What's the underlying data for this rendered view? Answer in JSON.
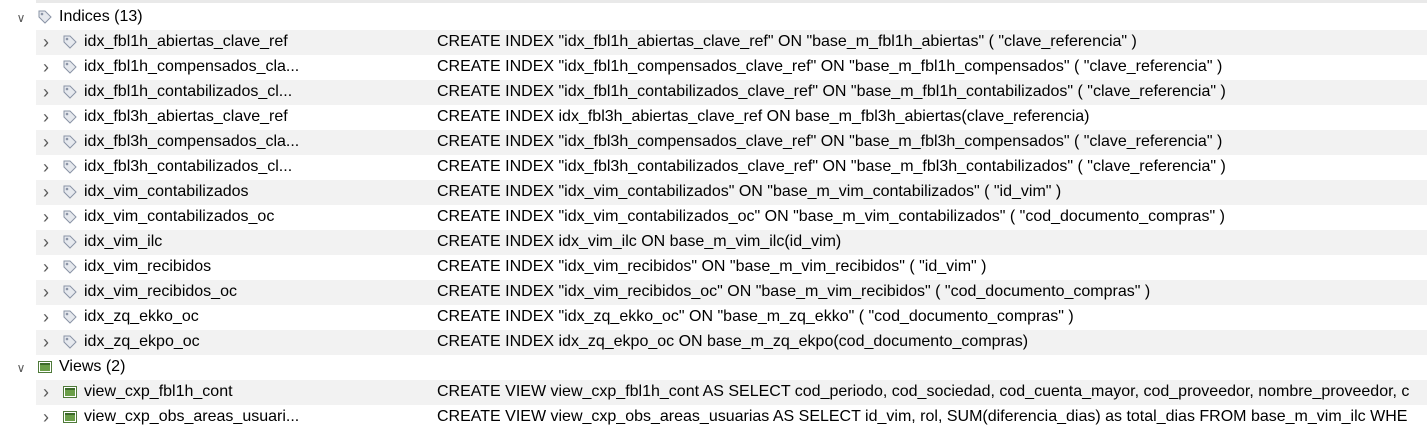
{
  "groups": [
    {
      "label": "Indices (13)",
      "icon": "tag-icon",
      "expanded": true
    },
    {
      "label": "Views (2)",
      "icon": "view-icon",
      "expanded": true
    }
  ],
  "indices": [
    {
      "name": "idx_fbl1h_abiertas_clave_ref",
      "def": "CREATE INDEX \"idx_fbl1h_abiertas_clave_ref\" ON \"base_m_fbl1h_abiertas\" ( \"clave_referencia\" )"
    },
    {
      "name": "idx_fbl1h_compensados_cla...",
      "def": "CREATE INDEX \"idx_fbl1h_compensados_clave_ref\" ON \"base_m_fbl1h_compensados\" ( \"clave_referencia\" )"
    },
    {
      "name": "idx_fbl1h_contabilizados_cl...",
      "def": "CREATE INDEX \"idx_fbl1h_contabilizados_clave_ref\" ON \"base_m_fbl1h_contabilizados\" ( \"clave_referencia\" )"
    },
    {
      "name": "idx_fbl3h_abiertas_clave_ref",
      "def": "CREATE INDEX idx_fbl3h_abiertas_clave_ref ON base_m_fbl3h_abiertas(clave_referencia)"
    },
    {
      "name": "idx_fbl3h_compensados_cla...",
      "def": "CREATE INDEX \"idx_fbl3h_compensados_clave_ref\" ON \"base_m_fbl3h_compensados\" ( \"clave_referencia\" )"
    },
    {
      "name": "idx_fbl3h_contabilizados_cl...",
      "def": "CREATE INDEX \"idx_fbl3h_contabilizados_clave_ref\" ON \"base_m_fbl3h_contabilizados\" ( \"clave_referencia\" )"
    },
    {
      "name": "idx_vim_contabilizados",
      "def": "CREATE INDEX \"idx_vim_contabilizados\" ON \"base_m_vim_contabilizados\" ( \"id_vim\" )"
    },
    {
      "name": "idx_vim_contabilizados_oc",
      "def": "CREATE INDEX \"idx_vim_contabilizados_oc\" ON \"base_m_vim_contabilizados\" ( \"cod_documento_compras\" )"
    },
    {
      "name": "idx_vim_ilc",
      "def": "CREATE INDEX idx_vim_ilc ON base_m_vim_ilc(id_vim)"
    },
    {
      "name": "idx_vim_recibidos",
      "def": "CREATE INDEX \"idx_vim_recibidos\" ON \"base_m_vim_recibidos\" ( \"id_vim\" )"
    },
    {
      "name": "idx_vim_recibidos_oc",
      "def": "CREATE INDEX \"idx_vim_recibidos_oc\" ON \"base_m_vim_recibidos\" ( \"cod_documento_compras\" )"
    },
    {
      "name": "idx_zq_ekko_oc",
      "def": "CREATE INDEX \"idx_zq_ekko_oc\" ON \"base_m_zq_ekko\" ( \"cod_documento_compras\" )"
    },
    {
      "name": "idx_zq_ekpo_oc",
      "def": "CREATE INDEX idx_zq_ekpo_oc ON base_m_zq_ekpo(cod_documento_compras)"
    }
  ],
  "views": [
    {
      "name": "view_cxp_fbl1h_cont",
      "def": "CREATE VIEW view_cxp_fbl1h_cont AS SELECT cod_periodo, cod_sociedad, cod_cuenta_mayor, cod_proveedor, nombre_proveedor, c"
    },
    {
      "name": "view_cxp_obs_areas_usuari...",
      "def": "CREATE VIEW view_cxp_obs_areas_usuarias AS SELECT id_vim, rol, SUM(diferencia_dias) as total_dias FROM base_m_vim_ilc WHE"
    }
  ]
}
